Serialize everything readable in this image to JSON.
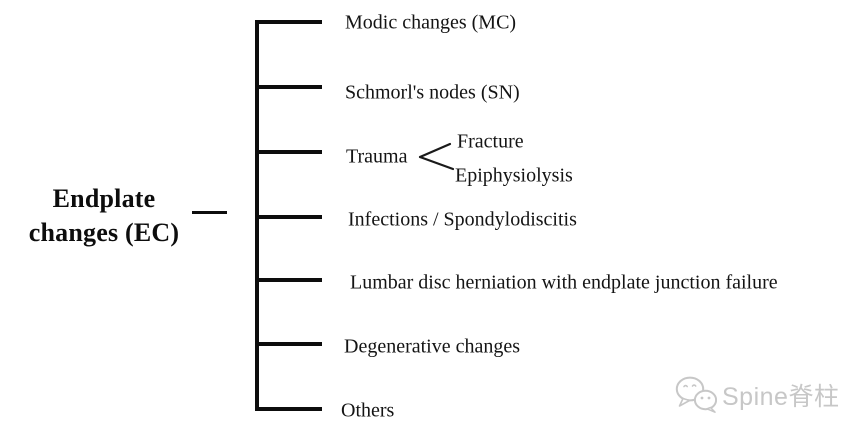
{
  "root": {
    "label": "Endplate changes (EC)",
    "lines": [
      "Endplate",
      "changes (EC)"
    ]
  },
  "tree": {
    "branches": [
      {
        "label": "Modic changes (MC)"
      },
      {
        "label": "Schmorl's nodes (SN)"
      },
      {
        "label": "Trauma"
      },
      {
        "label": "Infections / Spondylodiscitis"
      },
      {
        "label": "Lumbar disc herniation with endplate junction failure"
      },
      {
        "label": "Degenerative changes"
      },
      {
        "label": "Others"
      }
    ],
    "trauma_children": [
      {
        "label": "Fracture"
      },
      {
        "label": "Epiphysiolysis"
      }
    ]
  },
  "watermark": {
    "text": "Spine脊柱",
    "icon": "wechat-icon",
    "color": "#c7c7c7"
  },
  "colors": {
    "line": "#0d0d0d",
    "text": "#141414",
    "background": "#ffffff",
    "watermark": "#c7c7c7"
  }
}
